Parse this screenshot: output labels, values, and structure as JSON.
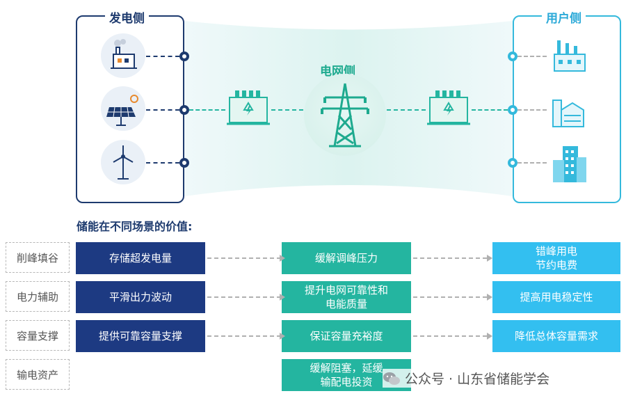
{
  "top": {
    "generation_side": "发电侧",
    "user_side": "用户侧",
    "grid_side": "电网侧"
  },
  "section_title": "储能在不同场景的价值:",
  "rows": [
    {
      "label": "削峰填谷",
      "generation": "存储超发电量",
      "grid": "缓解调峰压力",
      "user": "错峰用电\n节约电费"
    },
    {
      "label": "电力辅助",
      "generation": "平滑出力波动",
      "grid": "提升电网可靠性和\n电能质量",
      "user": "提高用电稳定性"
    },
    {
      "label": "容量支撑",
      "generation": "提供可靠容量支撑",
      "grid": "保证容量充裕度",
      "user": "降低总体容量需求"
    },
    {
      "label": "输电资产",
      "generation": "",
      "grid": "缓解阻塞，延缓\n输配电投资",
      "user": ""
    }
  ],
  "watermark": "公众号 · 山东省储能学会",
  "colors": {
    "navy": "#1d3a82",
    "teal": "#24b5a0",
    "sky": "#33bff0",
    "grid_green": "#1eaa8f"
  }
}
